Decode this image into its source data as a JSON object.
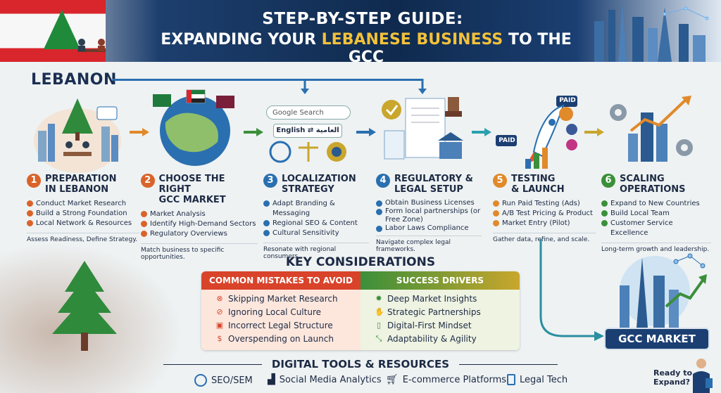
{
  "header": {
    "title_line1": "STEP-BY-STEP GUIDE:",
    "title_line2_prefix": "EXPANDING YOUR ",
    "title_line2_gold": "LEBANESE BUSINESS",
    "title_line2_suffix": " TO THE GCC"
  },
  "origin_label": "LEBANON",
  "steps": [
    {
      "num": "1",
      "title_l1": "PREPARATION",
      "title_l2": "IN LEBANON",
      "color": "#d9632a",
      "bullets": [
        "Conduct Market Research",
        "Build a Strong Foundation",
        "Local Network & Resources"
      ],
      "footer": "Assess Readiness, Define Strategy."
    },
    {
      "num": "2",
      "title_l1": "CHOOSE THE RIGHT",
      "title_l2": "GCC MARKET",
      "color": "#d9632a",
      "bullets": [
        "Market Analysis",
        "Identify High-Demand Sectors",
        "Regulatory Overviews"
      ],
      "footer": "Match business to specific opportunities."
    },
    {
      "num": "3",
      "title_l1": "LOCALIZATION",
      "title_l2": "STRATEGY",
      "color": "#2a6fb0",
      "bullets": [
        "Adapt Branding & Messaging",
        "Regional SEO & Content",
        "Cultural Sensitivity"
      ],
      "footer": "Resonate with regional consumers."
    },
    {
      "num": "4",
      "title_l1": "REGULATORY &",
      "title_l2": "LEGAL SETUP",
      "color": "#2a6fb0",
      "bullets": [
        "Obtain Business Licenses",
        "Form local partnerships (or Free Zone)",
        "Labor Laws Compliance"
      ],
      "footer": "Navigate complex legal frameworks."
    },
    {
      "num": "5",
      "title_l1": "TESTING",
      "title_l2": "& LAUNCH",
      "color": "#e08a2a",
      "bullets": [
        "Run Paid Testing (Ads)",
        "A/B Test Pricing & Product",
        "Market Entry (Pilot)"
      ],
      "footer": "Gather data, refine, and scale."
    },
    {
      "num": "6",
      "title_l1": "SCALING",
      "title_l2": "OPERATIONS",
      "color": "#3b8f3a",
      "bullets": [
        "Expand to New Countries",
        "Build Local Team",
        "Customer Service Excellence"
      ],
      "footer": "Long-term growth and leadership."
    }
  ],
  "search_box": {
    "label": "Google Search",
    "languages": "English ⇄ العامية"
  },
  "paid_labels": [
    "PAID",
    "PAID"
  ],
  "key_considerations": {
    "title": "KEY CONSIDERATIONS",
    "mistakes_header": "COMMON MISTAKES TO AVOID",
    "mistakes": [
      "Skipping Market Research",
      "Ignoring Local Culture",
      "Incorrect Legal Structure",
      "Overspending on Launch"
    ],
    "drivers_header": "SUCCESS DRIVERS",
    "drivers": [
      "Deep Market Insights",
      "Strategic Partnerships",
      "Digital-First Mindset",
      "Adaptability & Agility"
    ]
  },
  "tools": {
    "title": "DIGITAL TOOLS & RESOURCES",
    "items": [
      "SEO/SEM",
      "Social Media Analytics",
      "E-commerce Platforms",
      "Legal Tech"
    ]
  },
  "destination_label": "GCC MARKET",
  "cta": {
    "line1": "Ready to",
    "line2": "Expand?"
  },
  "colors": {
    "navy": "#1b3f72",
    "orange": "#d9632a",
    "green": "#3b8f3a",
    "red": "#d9432a",
    "blue": "#2a6fb0"
  }
}
